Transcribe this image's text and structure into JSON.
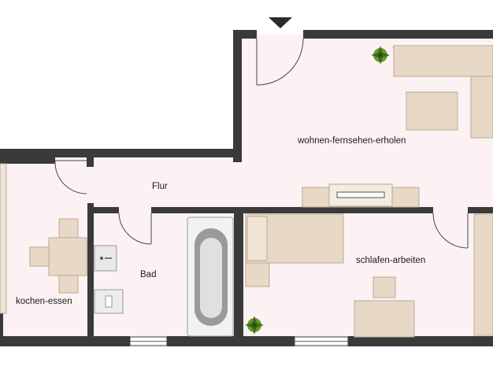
{
  "rooms": {
    "wohnen": "wohnen-fernsehen-erholen",
    "flur": "Flur",
    "schlafen": "schlafen-arbeiten",
    "bad": "Bad",
    "kochen": "kochen-essen"
  },
  "colors": {
    "floor": "#fcf2f4",
    "wall": "#3a3a3a",
    "furniture": "#e8d9c7",
    "furniture_stroke": "#b7a893",
    "plant": "#5f8f2a"
  },
  "icons": {
    "entrance": "entrance-arrow-icon",
    "plant": "plant-icon"
  }
}
